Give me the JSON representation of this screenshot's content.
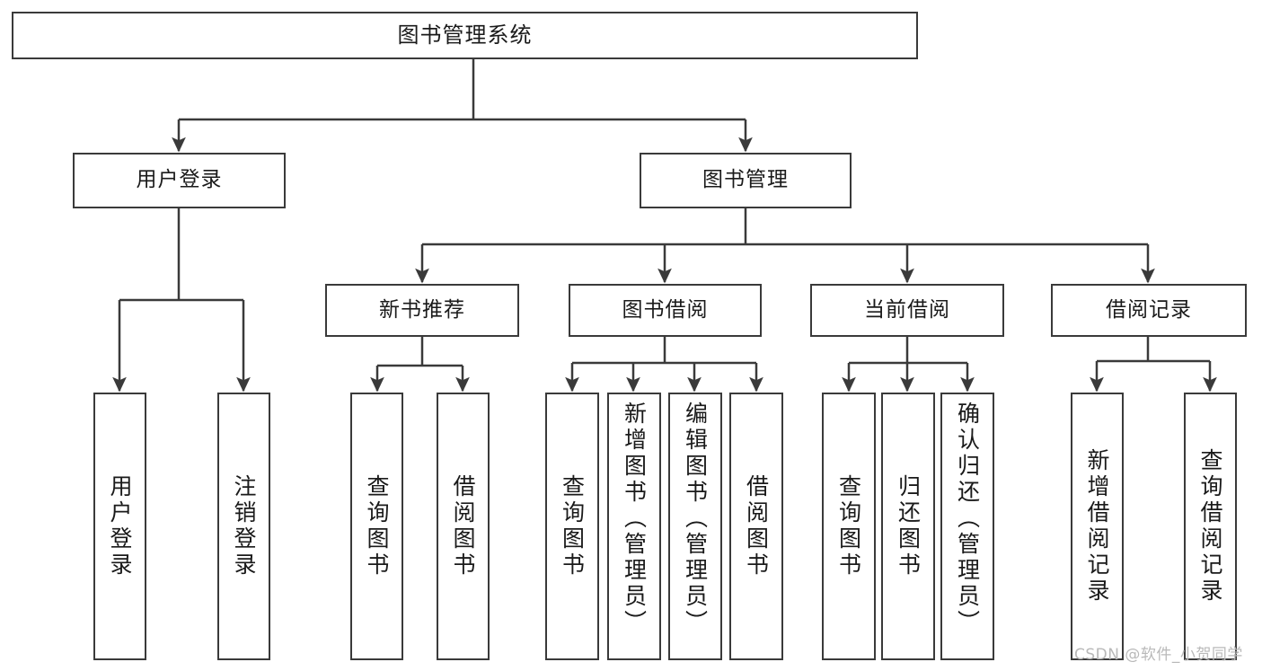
{
  "diagram": {
    "title": "图书管理系统",
    "type": "hierarchy-tree",
    "watermark": "CSDN @软件_小贺同学",
    "line_color": "#3a3a3a",
    "box_fill": "#ffffff",
    "text_color": "#1a1a1a",
    "nodes": {
      "root": {
        "label": "图书管理系统"
      },
      "level2": [
        {
          "id": "user-login",
          "label": "用户登录"
        },
        {
          "id": "book-manage",
          "label": "图书管理"
        }
      ],
      "level3": [
        {
          "id": "new-book-recommend",
          "label": "新书推荐"
        },
        {
          "id": "book-borrow",
          "label": "图书借阅"
        },
        {
          "id": "current-borrow",
          "label": "当前借阅"
        },
        {
          "id": "borrow-record",
          "label": "借阅记录"
        }
      ],
      "leaves": {
        "user-login": [
          {
            "id": "leaf-user-login",
            "label": "用户登录"
          },
          {
            "id": "leaf-logout-login",
            "label": "注销登录"
          }
        ],
        "new-book-recommend": [
          {
            "id": "leaf-query-book-1",
            "label": "查询图书"
          },
          {
            "id": "leaf-borrow-book-1",
            "label": "借阅图书"
          }
        ],
        "book-borrow": [
          {
            "id": "leaf-query-book-2",
            "label": "查询图书"
          },
          {
            "id": "leaf-add-book",
            "label": "新增图书（管理员）"
          },
          {
            "id": "leaf-edit-book",
            "label": "编辑图书（管理员）"
          },
          {
            "id": "leaf-borrow-book-2",
            "label": "借阅图书"
          }
        ],
        "current-borrow": [
          {
            "id": "leaf-query-book-3",
            "label": "查询图书"
          },
          {
            "id": "leaf-return-book",
            "label": "归还图书"
          },
          {
            "id": "leaf-confirm-return",
            "label": "确认归还（管理员）"
          }
        ],
        "borrow-record": [
          {
            "id": "leaf-add-record",
            "label": "新增借阅记录"
          },
          {
            "id": "leaf-query-record",
            "label": "查询借阅记录"
          }
        ]
      }
    }
  }
}
